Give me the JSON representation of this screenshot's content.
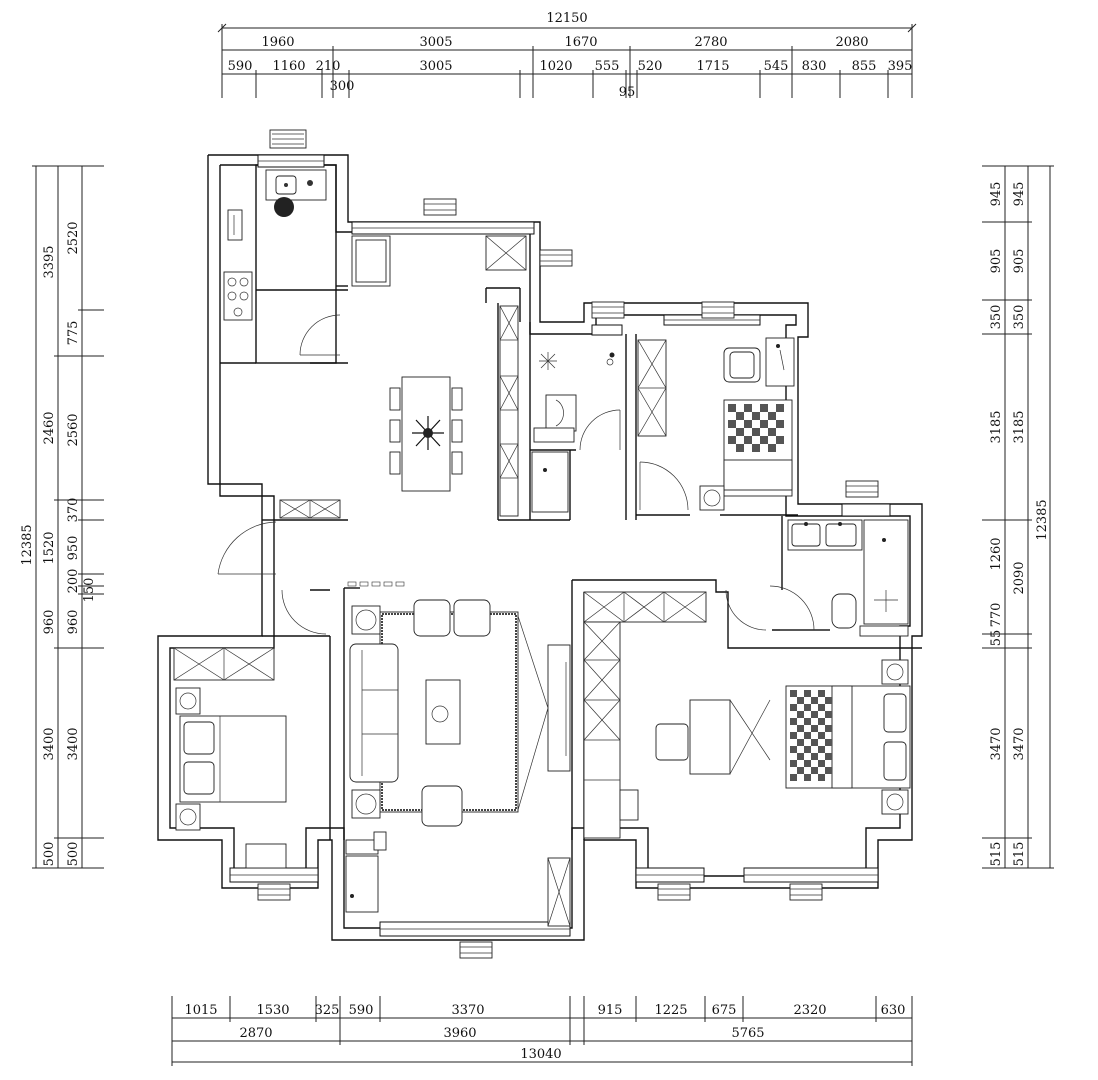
{
  "plan": {
    "top_dims": {
      "overall": "12150",
      "row1": [
        "1960",
        "3005",
        "1670",
        "2780",
        "2080"
      ],
      "row2": [
        "590",
        "1160",
        "210",
        "3005",
        "1020",
        "555",
        "520",
        "1715",
        "545",
        "830",
        "855",
        "395"
      ],
      "extra_300": "300",
      "extra_95": "95"
    },
    "bottom_dims": {
      "row1": [
        "1015",
        "1530",
        "325",
        "590",
        "3370",
        "915",
        "1225",
        "675",
        "2320",
        "630"
      ],
      "row2": [
        "2870",
        "3960",
        "5765"
      ],
      "overall": "13040"
    },
    "left_dims": {
      "overall": "12385",
      "outer": [
        "3395",
        "2460",
        "960",
        "3400",
        "500"
      ],
      "inner": [
        "2520",
        "775",
        "2560",
        "370",
        "1520",
        "950",
        "200",
        "150",
        "960",
        "3400",
        "500"
      ]
    },
    "right_dims": {
      "overall": "12385",
      "outer": [
        "945",
        "905",
        "350",
        "3185",
        "1260",
        "770",
        "3470",
        "515"
      ],
      "inner": [
        "945",
        "905",
        "350",
        "3185",
        "2090",
        "55",
        "3470",
        "515"
      ]
    }
  }
}
